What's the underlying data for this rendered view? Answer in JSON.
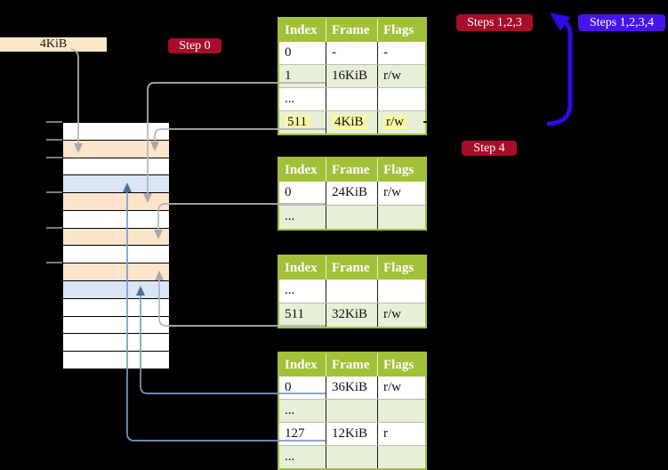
{
  "frame_badge": {
    "label": "4KiB"
  },
  "badges": {
    "step0": {
      "label": "Step 0"
    },
    "steps123": {
      "label": "Steps 1,2,3"
    },
    "steps1234": {
      "label": "Steps 1,2,3,4"
    },
    "step4": {
      "label": "Step 4"
    }
  },
  "tables": [
    {
      "name": "page-table-level-top",
      "headers": [
        "Index",
        "Frame",
        "Flags"
      ],
      "rows": [
        {
          "cells": [
            "0",
            "-",
            "-"
          ],
          "highlight": false
        },
        {
          "cells": [
            "1",
            "16KiB",
            "r/w"
          ],
          "highlight": false
        },
        {
          "cells": [
            "...",
            "",
            ""
          ],
          "highlight": false
        },
        {
          "cells": [
            "511",
            "4KiB",
            "r/w"
          ],
          "highlight": true
        }
      ]
    },
    {
      "name": "page-table-24kib",
      "headers": [
        "Index",
        "Frame",
        "Flags"
      ],
      "rows": [
        {
          "cells": [
            "0",
            "24KiB",
            "r/w"
          ],
          "highlight": false
        },
        {
          "cells": [
            "...",
            "",
            ""
          ],
          "highlight": false
        }
      ]
    },
    {
      "name": "page-table-32kib",
      "headers": [
        "Index",
        "Frame",
        "Flags"
      ],
      "rows": [
        {
          "cells": [
            "...",
            "",
            ""
          ],
          "highlight": false
        },
        {
          "cells": [
            "511",
            "32KiB",
            "r/w"
          ],
          "highlight": false
        }
      ]
    },
    {
      "name": "page-table-bottom",
      "headers": [
        "Index",
        "Frame",
        "Flags"
      ],
      "rows": [
        {
          "cells": [
            "0",
            "36KiB",
            "r/w"
          ],
          "highlight": false
        },
        {
          "cells": [
            "...",
            "",
            ""
          ],
          "highlight": false
        },
        {
          "cells": [
            "127",
            "12KiB",
            "r"
          ],
          "highlight": false
        },
        {
          "cells": [
            "...",
            "",
            ""
          ],
          "highlight": false
        }
      ]
    }
  ],
  "memory_strip": {
    "rows": [
      "white",
      "peach",
      "white",
      "blue",
      "peach",
      "white",
      "peach",
      "white",
      "peach",
      "blue",
      "white",
      "white",
      "white",
      "white"
    ]
  },
  "arrows": [
    {
      "name": "arrow-4kib-badge-to-frame",
      "color_key": "arrow_gray"
    },
    {
      "name": "arrow-entry1-to-16kib-frame",
      "color_key": "arrow_gray"
    },
    {
      "name": "arrow-entry511-to-4kib-frame",
      "color_key": "arrow_gray"
    },
    {
      "name": "arrow-entry0-to-24kib-frame",
      "color_key": "arrow_gray"
    },
    {
      "name": "arrow-entry511-to-32kib-frame",
      "color_key": "arrow_gray"
    },
    {
      "name": "arrow-entry0-to-36kib-frame",
      "color_key": "arrow_blue_thin"
    },
    {
      "name": "arrow-entry127-to-12kib-frame",
      "color_key": "arrow_blue_thin"
    },
    {
      "name": "arrow-recursive-loop",
      "color_key": "arrow_blue_thick"
    }
  ],
  "colors": {
    "table_header_bg": "#a1c139",
    "table_border": "#a1c139",
    "table_row_alt_bg": "#e8efd7",
    "highlight_bg": "#fbf7a4",
    "badge_red": "#a80d28",
    "badge_blue": "#4713ec",
    "frame_badge_bg": "#fbe8c5",
    "memory_row_white": "#ffffff",
    "memory_row_peach": "#fce4cb",
    "memory_row_blue": "#d9e5f3",
    "arrow_gray": "#b3b5b9",
    "arrow_gray_head": "#a7a9ad",
    "arrow_blue_thin": "#7d99c7",
    "arrow_blue_thin_head": "#4c70a4",
    "arrow_blue_thick": "#3307e6"
  }
}
